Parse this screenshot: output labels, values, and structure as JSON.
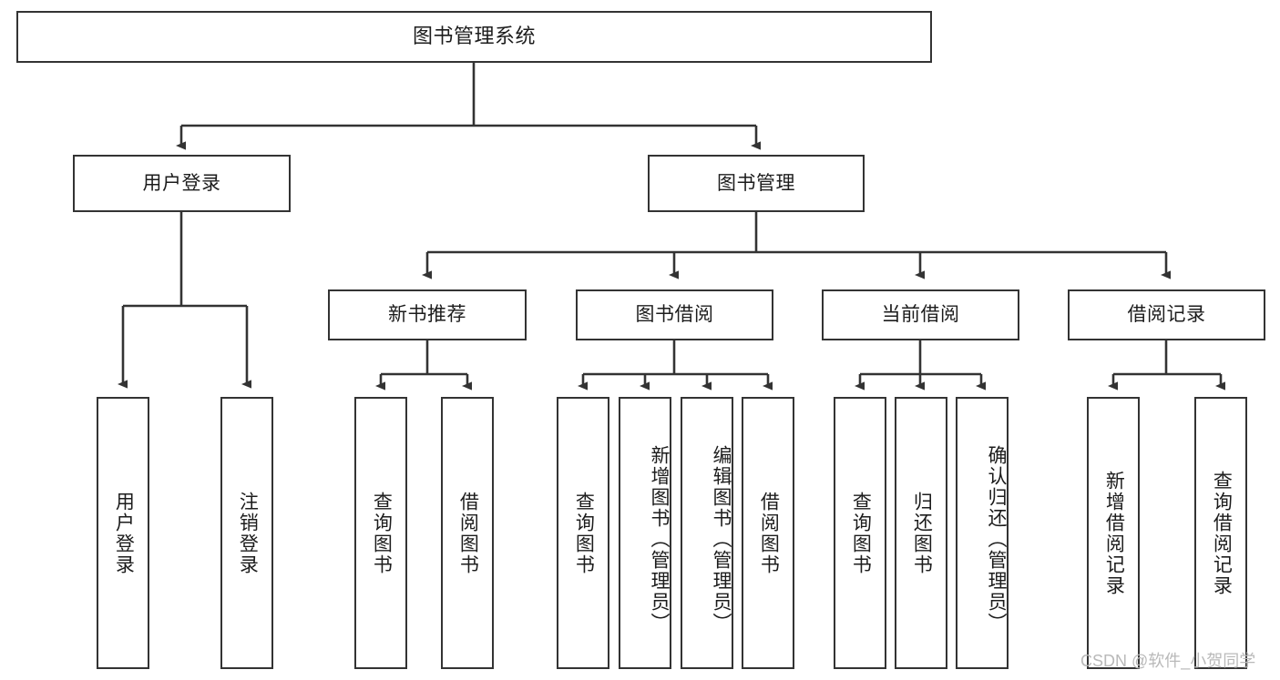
{
  "diagram": {
    "title": "图书管理系统",
    "type": "tree-hierarchy",
    "watermark": "CSDN @软件_小贺同学",
    "line_color": "#333333",
    "box_fill": "#ffffff",
    "text_color": "#1c1c1c",
    "root": {
      "label": "图书管理系统"
    },
    "level2": [
      {
        "label": "用户登录"
      },
      {
        "label": "图书管理"
      }
    ],
    "level3": [
      {
        "label": "新书推荐"
      },
      {
        "label": "图书借阅"
      },
      {
        "label": "当前借阅"
      },
      {
        "label": "借阅记录"
      }
    ],
    "leaves": {
      "user_login": [
        {
          "label": "用户登录"
        },
        {
          "label": "注销登录"
        }
      ],
      "new_book_recommend": [
        {
          "label": "查询图书"
        },
        {
          "label": "借阅图书"
        }
      ],
      "book_borrow": [
        {
          "label": "查询图书"
        },
        {
          "label": "新增图书（管理员）"
        },
        {
          "label": "编辑图书（管理员）"
        },
        {
          "label": "借阅图书"
        }
      ],
      "current_borrow": [
        {
          "label": "查询图书"
        },
        {
          "label": "归还图书"
        },
        {
          "label": "确认归还（管理员）"
        }
      ],
      "borrow_record": [
        {
          "label": "新增借阅记录"
        },
        {
          "label": "查询借阅记录"
        }
      ]
    }
  }
}
